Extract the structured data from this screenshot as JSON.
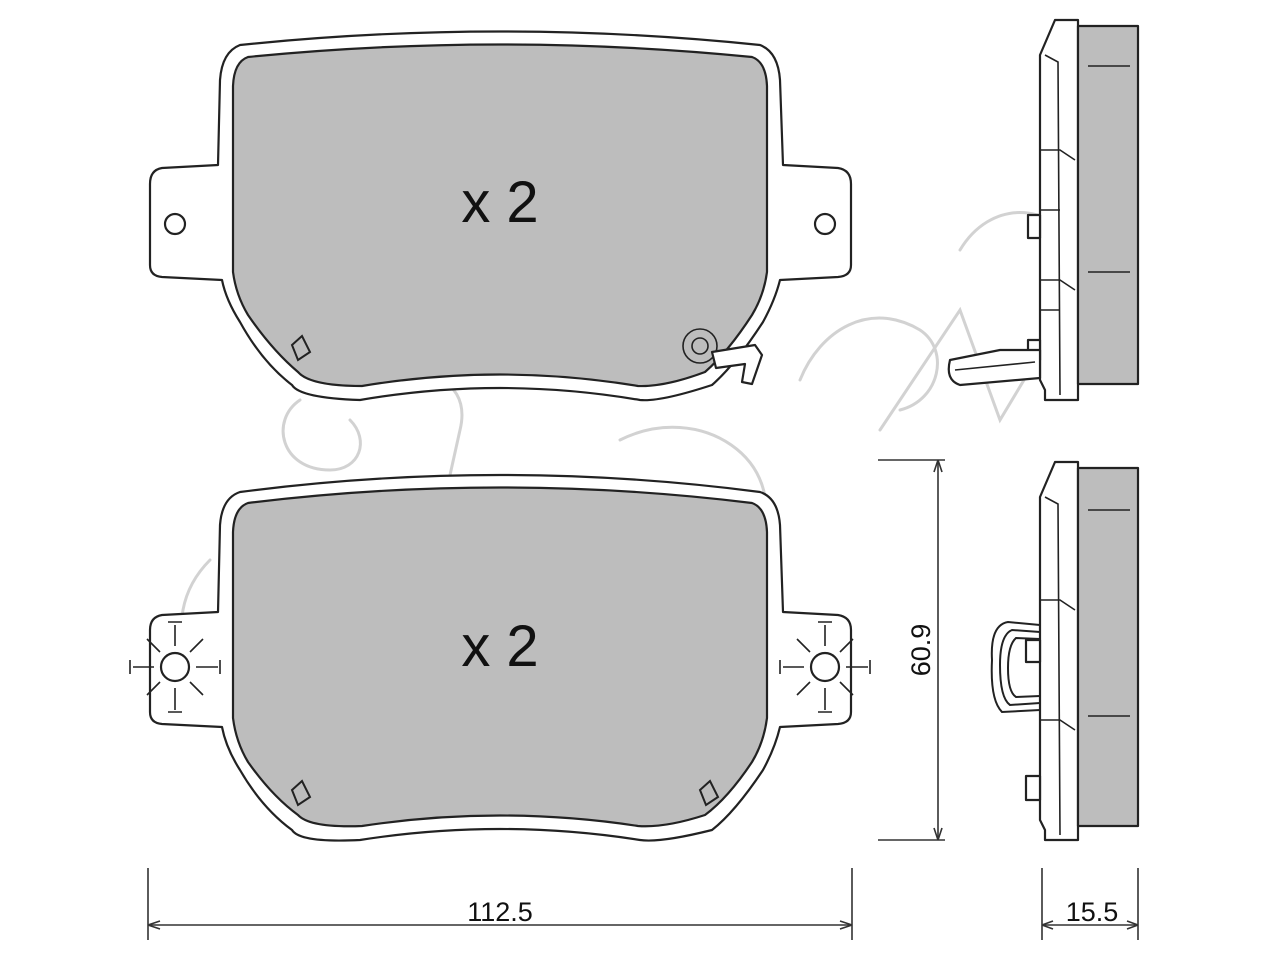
{
  "drawing": {
    "top_pad": {
      "quantity_label": "x 2"
    },
    "bottom_pad": {
      "quantity_label": "x 2"
    },
    "dimensions": {
      "width": "112.5",
      "height": "60.9",
      "thickness": "15.5"
    },
    "colors": {
      "pad_fill": "#bdbdbd",
      "line": "#222222",
      "background": "#ffffff",
      "watermark": "#d2d2d2"
    }
  }
}
